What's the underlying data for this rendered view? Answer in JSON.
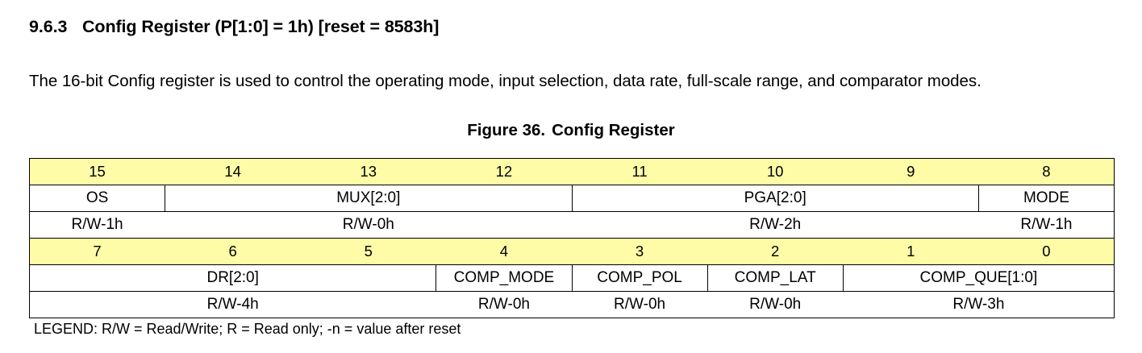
{
  "section": {
    "number": "9.6.3",
    "title": "Config Register (P[1:0] = 1h) [reset = 8583h]"
  },
  "body": {
    "paragraph": "The 16-bit Config register is used to control the operating mode, input selection, data rate, full-scale range, and comparator modes."
  },
  "figure": {
    "label": "Figure 36.",
    "title": "Config Register"
  },
  "legend": {
    "text": "LEGEND: R/W = Read/Write; R = Read only; -n = value after reset"
  },
  "colors": {
    "bit_header_fill": "#fffca8",
    "border": "#000000",
    "text": "#000000",
    "cell_fill": "#ffffff"
  },
  "register": {
    "name": "Config Register",
    "width_bits": 16,
    "reset_value": "8583h",
    "pointer": "P[1:0] = 1h",
    "blocks": [
      {
        "bit_numbers": [
          "15",
          "14",
          "13",
          "12",
          "11",
          "10",
          "9",
          "8"
        ],
        "fields": [
          {
            "name": "OS",
            "span": 1,
            "bits": "15",
            "access": "R/W-1h"
          },
          {
            "name": "MUX[2:0]",
            "span": 3,
            "bits": "14:12",
            "access": "R/W-0h"
          },
          {
            "name": "PGA[2:0]",
            "span": 3,
            "bits": "11:9",
            "access": "R/W-2h"
          },
          {
            "name": "MODE",
            "span": 1,
            "bits": "8",
            "access": "R/W-1h"
          }
        ],
        "access_row": [
          {
            "value": "R/W-1h",
            "span": 1
          },
          {
            "value": "R/W-0h",
            "span": 3
          },
          {
            "value": "R/W-2h",
            "span": 3
          },
          {
            "value": "R/W-1h",
            "span": 1
          }
        ]
      },
      {
        "bit_numbers": [
          "7",
          "6",
          "5",
          "4",
          "3",
          "2",
          "1",
          "0"
        ],
        "fields": [
          {
            "name": "DR[2:0]",
            "span": 3,
            "bits": "7:5",
            "access": "R/W-4h"
          },
          {
            "name": "COMP_MODE",
            "span": 1,
            "bits": "4",
            "access": "R/W-0h"
          },
          {
            "name": "COMP_POL",
            "span": 1,
            "bits": "3",
            "access": "R/W-0h"
          },
          {
            "name": "COMP_LAT",
            "span": 1,
            "bits": "2",
            "access": "R/W-0h"
          },
          {
            "name": "COMP_QUE[1:0]",
            "span": 2,
            "bits": "1:0",
            "access": "R/W-3h"
          }
        ],
        "access_row": [
          {
            "value": "R/W-4h",
            "span": 3
          },
          {
            "value": "R/W-0h",
            "span": 1
          },
          {
            "value": "R/W-0h",
            "span": 1
          },
          {
            "value": "R/W-0h",
            "span": 1
          },
          {
            "value": "R/W-3h",
            "span": 2
          }
        ]
      }
    ]
  }
}
